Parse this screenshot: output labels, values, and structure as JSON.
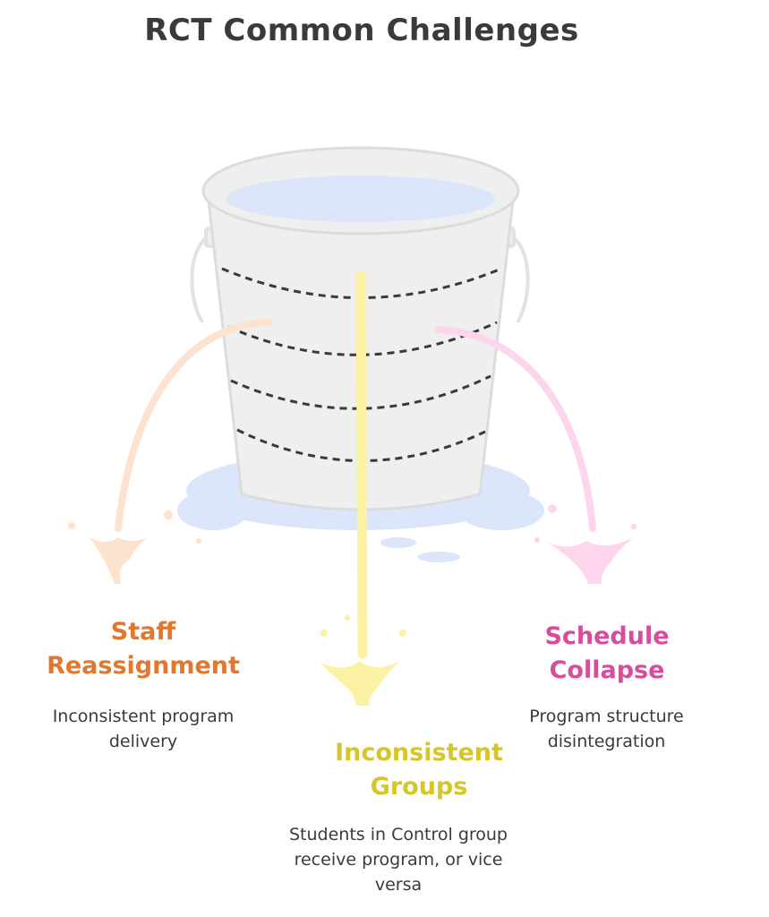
{
  "title": "RCT Common Challenges",
  "colors": {
    "staff": "#e0782f",
    "groups": "#d6c62a",
    "schedule": "#d74d9c",
    "water": "#dbe6fb",
    "bucket": "#efefef",
    "bucket_stroke": "#dcdcdc",
    "text": "#3a3a3a"
  },
  "items": [
    {
      "label_line1": "Staff",
      "label_line2": "Reassignment",
      "description_line1": "Inconsistent program",
      "description_line2": "delivery"
    },
    {
      "label_line1": "Inconsistent",
      "label_line2": "Groups",
      "description_line1": "Students in Control group",
      "description_line2": "receive program, or vice",
      "description_line3": "versa"
    },
    {
      "label_line1": "Schedule",
      "label_line2": "Collapse",
      "description_line1": "Program structure",
      "description_line2": "disintegration"
    }
  ]
}
